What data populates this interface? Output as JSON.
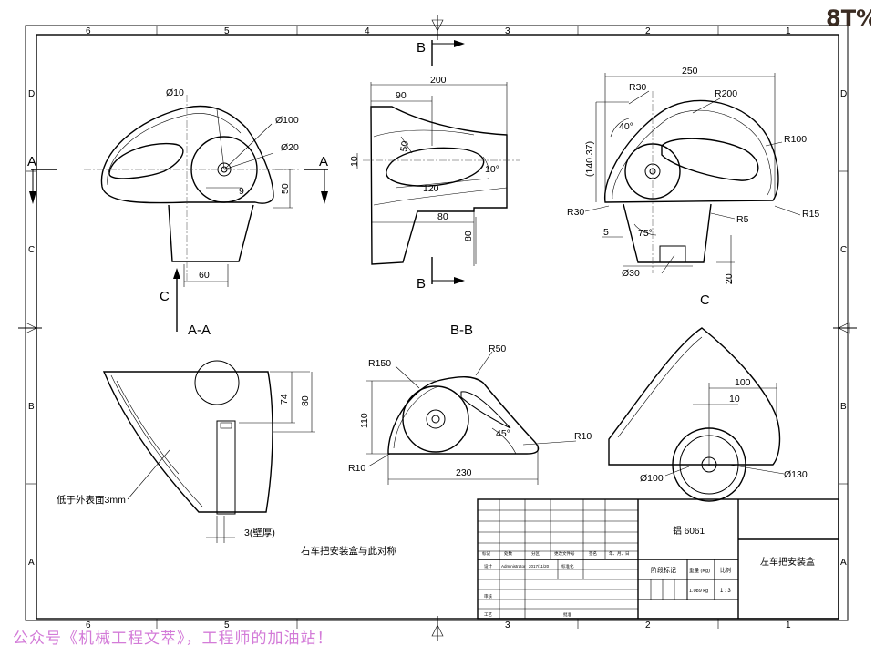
{
  "frame": {
    "zones_top": [
      "6",
      "5",
      "4",
      "3",
      "2",
      "1"
    ],
    "zones_side": [
      "D",
      "C",
      "B",
      "A"
    ]
  },
  "views": {
    "section_aa": {
      "cut_marker": "A",
      "label": "A-A",
      "dims": [
        "Ø10",
        "Ø100",
        "Ø20",
        "9",
        "50",
        "60"
      ],
      "lower_dims": [
        "74",
        "80"
      ],
      "note": "低于外表面3mm",
      "wall": "3(壁厚)"
    },
    "section_bb": {
      "cut_marker": "B",
      "label": "B-B",
      "dims": [
        "200",
        "90",
        "50",
        "10",
        "120",
        "10°",
        "80",
        "80"
      ]
    },
    "view_c": {
      "cut_marker": "C",
      "label": "C",
      "dims": [
        "250",
        "R30",
        "R200",
        "40°",
        "(140.37)",
        "R100",
        "R30",
        "R5",
        "R15",
        "5",
        "75°",
        "Ø30",
        "20"
      ]
    },
    "front": {
      "dims": [
        "R150",
        "R50",
        "110",
        "45°",
        "R10",
        "R10",
        "230"
      ]
    },
    "iso": {
      "dims": [
        "100",
        "10",
        "Ø100",
        "Ø130"
      ]
    }
  },
  "mirror_note": "右车把安装盒与此对称",
  "title_block": {
    "material": "铝 6061",
    "part_name": "左车把安装盒",
    "headers": [
      "标记",
      "处数",
      "分区",
      "更改文件号",
      "签名",
      "年、月、日"
    ],
    "row_design": [
      "设计",
      "Administrator",
      "2017/11/20",
      "标准化"
    ],
    "row_review": "审核",
    "row_process": "工艺",
    "approve": "批准",
    "stage": "阶段标记",
    "weight_label": "重量 (Kg)",
    "ratio_label": "比例",
    "weight": "1.089 kg",
    "ratio": "1 : 3"
  },
  "footer_text": "公众号《机械工程文萃》，工程师的加油站！",
  "logo_text": "8T%",
  "colors": {
    "footer": "#d37bd8",
    "logo": "#3a2b22"
  }
}
